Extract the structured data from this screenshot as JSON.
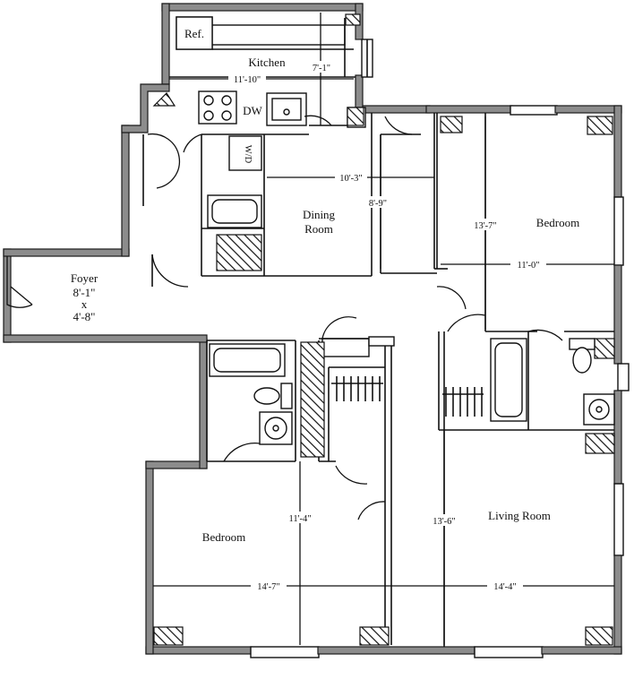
{
  "rooms": {
    "kitchen": "Kitchen",
    "dining_l1": "Dining",
    "dining_l2": "Room",
    "bedroom_right": "Bedroom",
    "bedroom_left": "Bedroom",
    "living": "Living Room",
    "foyer": "Foyer",
    "foyer_d1": "8'-1\"",
    "foyer_x": "x",
    "foyer_d2": "4'-8\""
  },
  "labels": {
    "ref": "Ref.",
    "dw": "DW",
    "wd": "W/D"
  },
  "dimensions": {
    "kitchen_width": "11'-10\"",
    "kitchen_depth": "7'-1\"",
    "dining_width": "10'-3\"",
    "dining_depth": "8'-9\"",
    "bedroom_right_depth": "13'-7\"",
    "bedroom_right_width": "11'-0\"",
    "bedroom_left_depth": "11'-4\"",
    "bedroom_left_width": "14'-7\"",
    "living_depth": "13'-6\"",
    "living_width": "14'-4\""
  }
}
